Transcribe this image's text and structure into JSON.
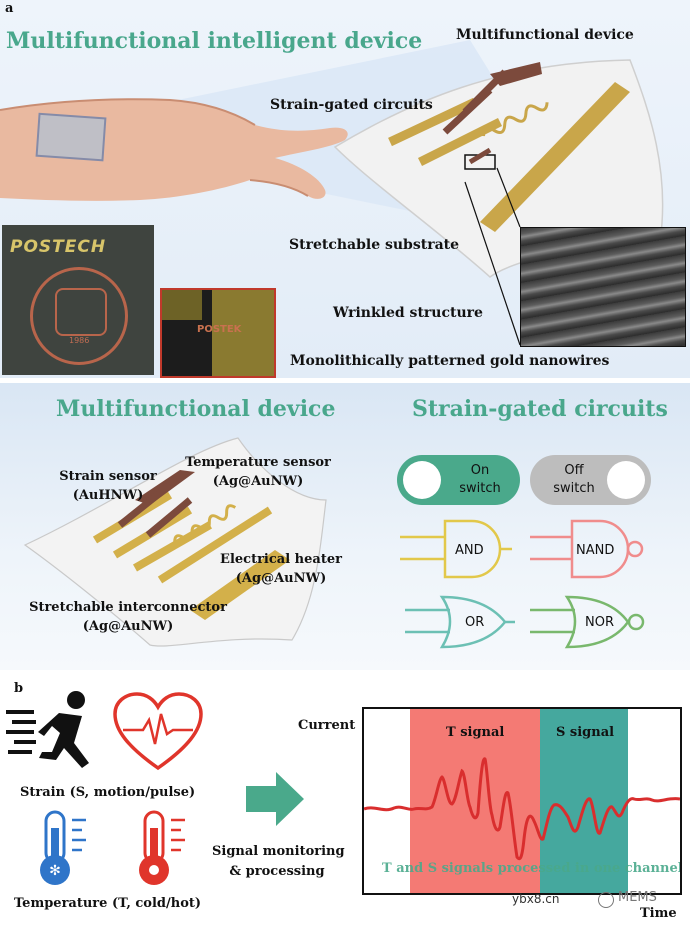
{
  "panel_a": {
    "letter": "a",
    "title": "Multifunctional intelligent device",
    "labels": {
      "multifunctional_device": "Multifunctional device",
      "strain_gated_circuits": "Strain-gated circuits",
      "stretchable_substrate": "Stretchable substrate",
      "wrinkled_structure": "Wrinkled structure",
      "monolithic": "Monolithically patterned gold nanowires"
    },
    "photo_text": {
      "postech": "POSTECH",
      "seal_year": "1986",
      "inset_text": "POSTEK"
    }
  },
  "middle": {
    "left_title": "Multifunctional device",
    "right_title": "Strain-gated circuits",
    "strain_sensor": [
      "Strain sensor",
      "(AuHNW)"
    ],
    "temperature_sensor": [
      "Temperature sensor",
      "(Ag@AuNW)"
    ],
    "electrical_heater": [
      "Electrical heater",
      "(Ag@AuNW)"
    ],
    "interconnector": [
      "Stretchable interconnector",
      "(Ag@AuNW)"
    ],
    "on_switch": [
      "On",
      "switch"
    ],
    "off_switch": [
      "Off",
      "switch"
    ],
    "gates": {
      "and": "AND",
      "nand": "NAND",
      "or": "OR",
      "nor": "NOR"
    },
    "colors": {
      "on": "#4aa98b",
      "off": "#bdbdbd",
      "and": "#e2c84a",
      "nand": "#f08c8c",
      "or": "#6cc0b4",
      "nor": "#79b86d"
    }
  },
  "panel_b": {
    "letter": "b",
    "strain_label": "Strain (S, motion/pulse)",
    "temperature_label": "Temperature (T, cold/hot)",
    "processing_label": [
      "Signal monitoring",
      "& processing"
    ],
    "y_axis": "Current",
    "x_axis": "Time",
    "t_signal": "T signal",
    "s_signal": "S signal",
    "channel_text": "T and S signals processed in one channel",
    "colors": {
      "t_band": "#f47a74",
      "s_band": "#45a89e",
      "trace": "#d92e2e",
      "arrow": "#4aa98b"
    }
  },
  "watermark": {
    "site": "ybx8.cn",
    "brand": "MEMS"
  }
}
